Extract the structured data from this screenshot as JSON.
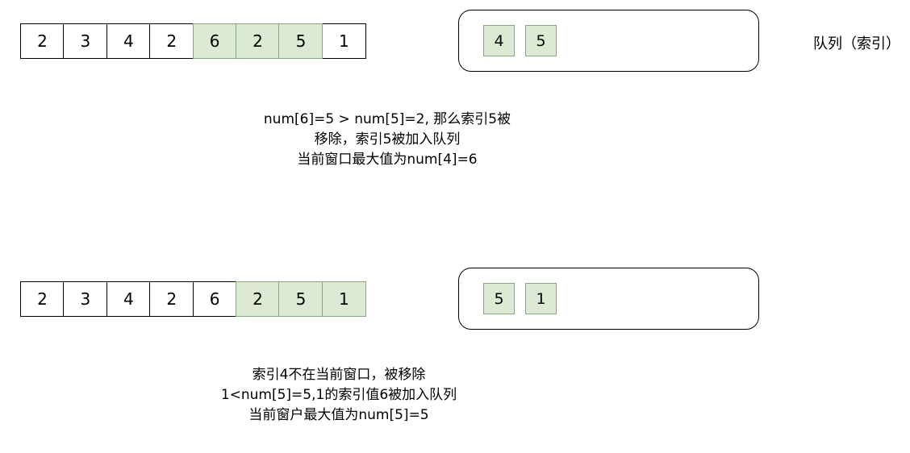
{
  "colors": {
    "cell_green_fill": "#dcead3",
    "cell_green_border": "#87a878",
    "cell_border": "#000000"
  },
  "queue_label": "队列（索引）",
  "sections": [
    {
      "array": {
        "cells": [
          {
            "value": "2",
            "highlight": false
          },
          {
            "value": "3",
            "highlight": false
          },
          {
            "value": "4",
            "highlight": false
          },
          {
            "value": "2",
            "highlight": false
          },
          {
            "value": "6",
            "highlight": true
          },
          {
            "value": "2",
            "highlight": true
          },
          {
            "value": "5",
            "highlight": true
          },
          {
            "value": "1",
            "highlight": false
          }
        ]
      },
      "queue": {
        "items": [
          {
            "value": "4"
          },
          {
            "value": "5"
          }
        ]
      },
      "caption": {
        "lines": [
          "num[6]=5  > num[5]=2, 那么索引5被",
          "移除，索引5被加入队列",
          "当前窗口最大值为num[4]=6"
        ]
      }
    },
    {
      "array": {
        "cells": [
          {
            "value": "2",
            "highlight": false
          },
          {
            "value": "3",
            "highlight": false
          },
          {
            "value": "4",
            "highlight": false
          },
          {
            "value": "2",
            "highlight": false
          },
          {
            "value": "6",
            "highlight": false
          },
          {
            "value": "2",
            "highlight": true
          },
          {
            "value": "5",
            "highlight": true
          },
          {
            "value": "1",
            "highlight": true
          }
        ]
      },
      "queue": {
        "items": [
          {
            "value": "5"
          },
          {
            "value": "1"
          }
        ]
      },
      "caption": {
        "lines": [
          "索引4不在当前窗口，被移除",
          "1<num[5]=5,1的索引值6被加入队列",
          "当前窗户最大值为num[5]=5"
        ]
      }
    }
  ]
}
